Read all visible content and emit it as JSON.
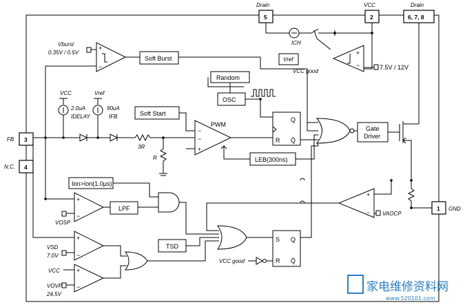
{
  "pins": {
    "drain_5": {
      "name": "Drain",
      "number": "5"
    },
    "vcc_2": {
      "name": "VCC",
      "number": "2"
    },
    "drain_678": {
      "name": "Drain",
      "number": "6, 7, 8"
    },
    "fb_3": {
      "name": "FB",
      "number": "3"
    },
    "nc_4": {
      "name": "N.C.",
      "number": "4"
    },
    "gnd_1": {
      "name": "GND",
      "number": "1"
    }
  },
  "blocks": {
    "soft_burst": "Soft Burst",
    "random": "Random",
    "osc": "OSC",
    "soft_start": "Soft Start",
    "pwm": "PWM",
    "leb": "LEB(300ns)",
    "gate_driver_1": "Gate",
    "gate_driver_2": "Driver",
    "ion_label": "Ion>Ion(1.0μs)",
    "lpf": "LPF",
    "tsd": "TSD",
    "vref": "Vref"
  },
  "labels": {
    "vburst": "Vburst",
    "vburst_levels": "0.35V / 0.5V",
    "vcc_current": "VCC",
    "delay_current": "2.0uA",
    "idelay": "IDELAY",
    "vref_current": "Vref",
    "fb_current": "90uA",
    "ifb": "IFB",
    "res_3r": "3R",
    "res_r": "R",
    "ich": "ICH",
    "vcc_good_top": "VCC good",
    "uvlo": "7.5V / 12V",
    "vaocp": "VAOCP",
    "vosp": "VOSP",
    "vsd": "VSD",
    "vsd_value": "7.0V",
    "vcc_comp": "VCC",
    "vovp": "VOVP",
    "vovp_value": "24.5V",
    "vcc_good_bottom": "VCC good",
    "latch_s": "S",
    "latch_r": "R",
    "latch_q": "Q",
    "latch_qbar": "Q̄",
    "plus": "+",
    "minus": "−"
  },
  "watermark": {
    "text": "家电维修资料网",
    "url": "www.520101.com"
  }
}
